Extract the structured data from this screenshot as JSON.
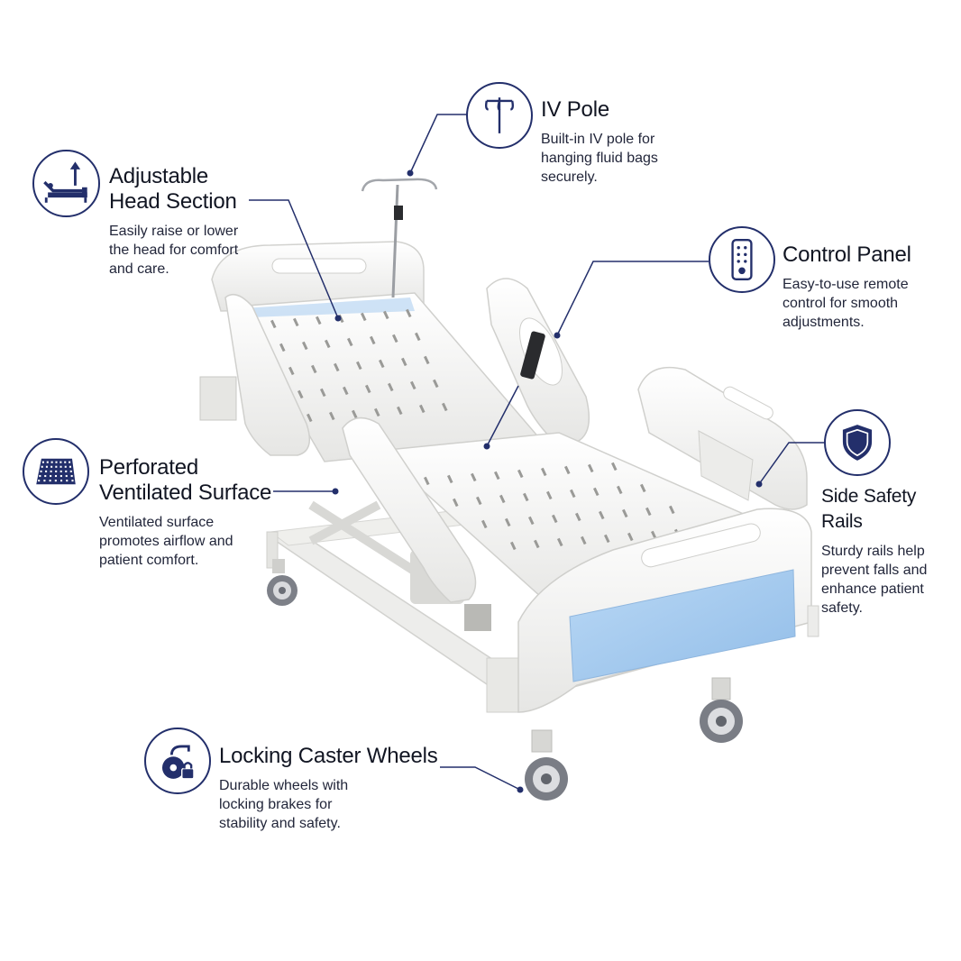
{
  "brand": {
    "navy": "#232f6b",
    "rail_blue": "#a9cdf0",
    "frame_white": "#f4f4f2",
    "wheel_gray": "#8a8d93"
  },
  "features": {
    "iv_pole": {
      "title": "IV Pole",
      "desc": [
        "Built-in IV pole for",
        "hanging fluid bags",
        "securely."
      ],
      "icon": "iv-pole-icon"
    },
    "head_section": {
      "title": [
        "Adjustable",
        "Head Section"
      ],
      "desc": [
        "Easily raise or lower",
        "the head for comfort",
        "and care."
      ],
      "icon": "bed-incline-icon"
    },
    "control_panel": {
      "title": "Control Panel",
      "desc": [
        "Easy-to-use remote",
        "control for smooth",
        "adjustments."
      ],
      "icon": "remote-control-icon"
    },
    "perforated_surface": {
      "title": [
        "Perforated",
        "Ventilated Surface"
      ],
      "desc": [
        "Ventilated surface",
        "promotes airflow and",
        "patient comfort."
      ],
      "icon": "perforated-grid-icon"
    },
    "safety_rails": {
      "title": "Side Safety Rails",
      "desc": [
        "Sturdy rails help",
        "prevent falls and",
        "enhance patient",
        "safety."
      ],
      "icon": "shield-icon"
    },
    "caster_wheels": {
      "title": "Locking Caster Wheels",
      "desc": [
        "Durable wheels with",
        "locking brakes for",
        "stability and safety."
      ],
      "icon": "wheel-lock-icon"
    }
  }
}
